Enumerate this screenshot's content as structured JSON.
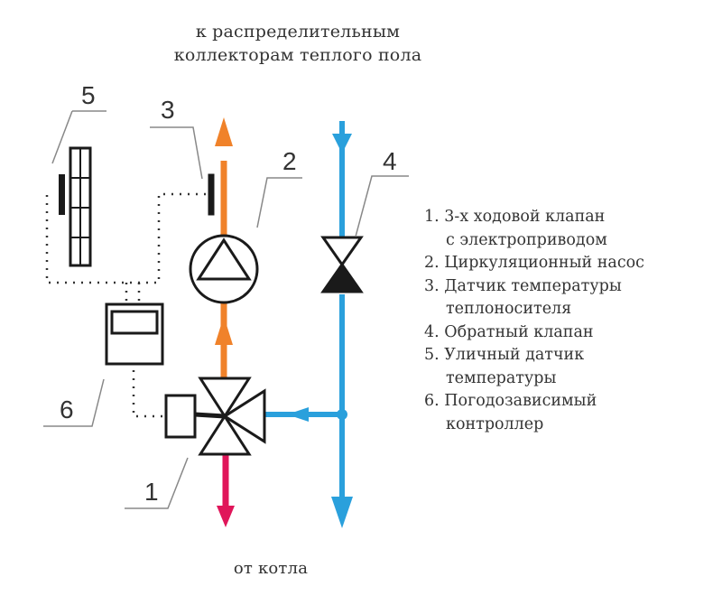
{
  "diagram": {
    "top_caption": [
      "к распределительным",
      "коллекторам теплого пола"
    ],
    "bottom_caption": "от котла",
    "callouts": {
      "valve_3way": "1",
      "pump": "2",
      "supply_sensor": "3",
      "check_valve": "4",
      "outdoor_sensor": "5",
      "controller": "6"
    },
    "legend": [
      {
        "number": "1.",
        "line1": "3-х ходовой клапан",
        "line2": "с электроприводом"
      },
      {
        "number": "2.",
        "line1": "Циркуляционный насос",
        "line2": ""
      },
      {
        "number": "3.",
        "line1": "Датчик температуры",
        "line2": "теплоносителя"
      },
      {
        "number": "4.",
        "line1": "Обратный клапан",
        "line2": ""
      },
      {
        "number": "5.",
        "line1": "Уличный датчик",
        "line2": "температуры"
      },
      {
        "number": "6.",
        "line1": "Погодозависимый",
        "line2": "контроллер"
      }
    ],
    "colors": {
      "supply_hot": "#f0822a",
      "boiler_in": "#e0165a",
      "return_cold": "#2aa0dc",
      "lines": "#1a1a1a",
      "callout_lines": "#888888",
      "text": "#333333"
    }
  }
}
